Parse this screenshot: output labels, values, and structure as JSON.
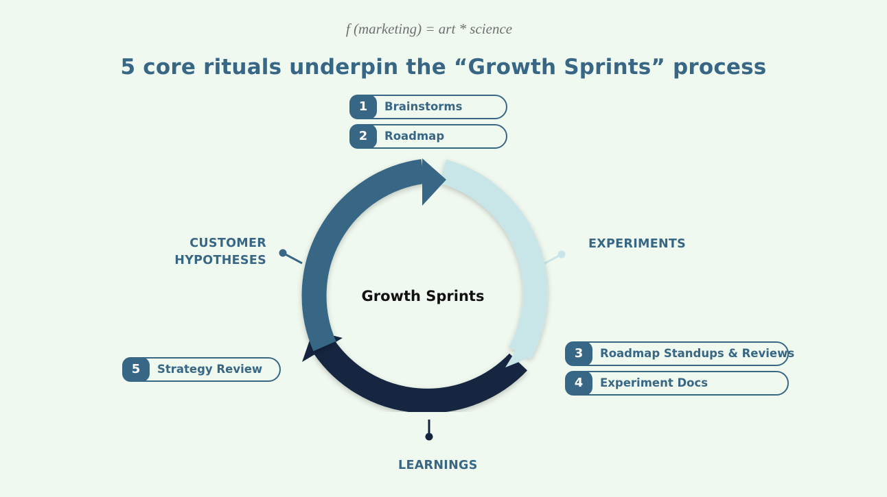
{
  "header": {
    "formula": "f (marketing) = art * science",
    "title": "5 core rituals underpin the “Growth Sprints” process"
  },
  "diagram": {
    "center_label": "Growth Sprints",
    "phases": {
      "customer_hypotheses": [
        "CUSTOMER",
        "HYPOTHESES"
      ],
      "experiments": "EXPERIMENTS",
      "learnings": "LEARNINGS"
    },
    "rituals": [
      {
        "number": "1",
        "label": "Brainstorms"
      },
      {
        "number": "2",
        "label": "Roadmap"
      },
      {
        "number": "3",
        "label": "Roadmap Standups & Reviews"
      },
      {
        "number": "4",
        "label": "Experiment Docs"
      },
      {
        "number": "5",
        "label": "Strategy Review"
      }
    ],
    "colors": {
      "hypotheses_arc": "#386685",
      "experiments_arc": "#c8e6e7",
      "learnings_arc": "#152540",
      "accent_text": "#386685",
      "background": "#f0f9ef"
    }
  }
}
